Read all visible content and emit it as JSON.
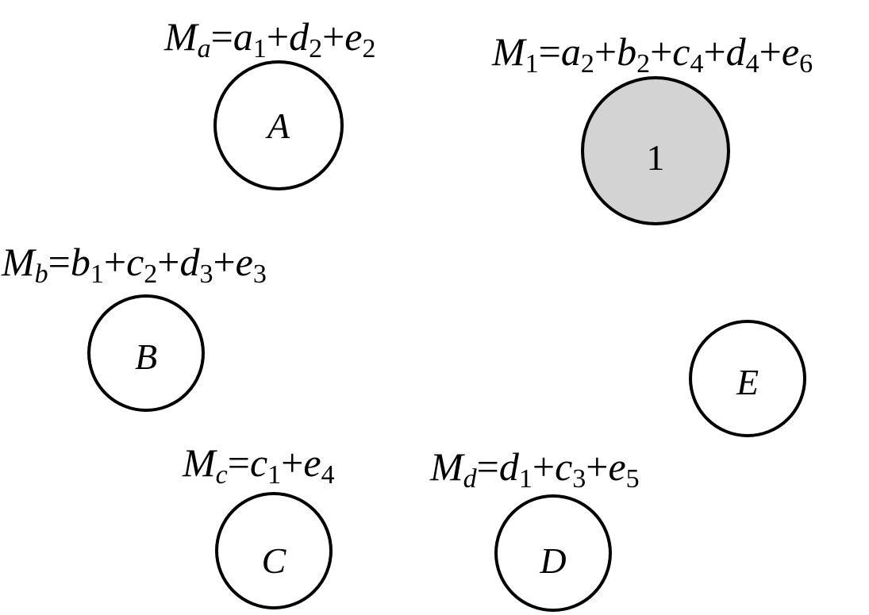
{
  "colors": {
    "stroke": "#000000",
    "plain_fill": "#ffffff",
    "highlight_fill": "#d3d3d3"
  },
  "nodes": {
    "a": {
      "label": "A",
      "fill": "#ffffff"
    },
    "one": {
      "label": "1",
      "fill": "#d3d3d3"
    },
    "b": {
      "label": "B",
      "fill": "#ffffff"
    },
    "e": {
      "label": "E",
      "fill": "#ffffff"
    },
    "c": {
      "label": "C",
      "fill": "#ffffff"
    },
    "d": {
      "label": "D",
      "fill": "#ffffff"
    }
  },
  "formulas": {
    "ma": {
      "symbol": "M",
      "symbol_sub": "a",
      "equals": "=",
      "t1": "a",
      "t1_sub": "1",
      "op1": "+",
      "t2": "d",
      "t2_sub": "2",
      "op2": "+",
      "t3": "e",
      "t3_sub": "2"
    },
    "m1": {
      "symbol": "M",
      "symbol_sub": "1",
      "equals": "=",
      "t1": "a",
      "t1_sub": "2",
      "op1": "+",
      "t2": "b",
      "t2_sub": "2",
      "op2": "+",
      "t3": "c",
      "t3_sub": "4",
      "op3": "+",
      "t4": "d",
      "t4_sub": "4",
      "op4": "+",
      "t5": "e",
      "t5_sub": "6"
    },
    "mb": {
      "symbol": "M",
      "symbol_sub": "b",
      "equals": "=",
      "t1": "b",
      "t1_sub": "1",
      "op1": "+",
      "t2": "c",
      "t2_sub": "2",
      "op2": "+",
      "t3": "d",
      "t3_sub": "3",
      "op3": "+",
      "t4": "e",
      "t4_sub": "3"
    },
    "mc": {
      "symbol": "M",
      "symbol_sub": "c",
      "equals": "=",
      "t1": "c",
      "t1_sub": "1",
      "op1": "+",
      "t2": "e",
      "t2_sub": "4"
    },
    "md": {
      "symbol": "M",
      "symbol_sub": "d",
      "equals": "=",
      "t1": "d",
      "t1_sub": "1",
      "op1": "+",
      "t2": "c",
      "t2_sub": "3",
      "op2": "+",
      "t3": "e",
      "t3_sub": "5"
    }
  }
}
